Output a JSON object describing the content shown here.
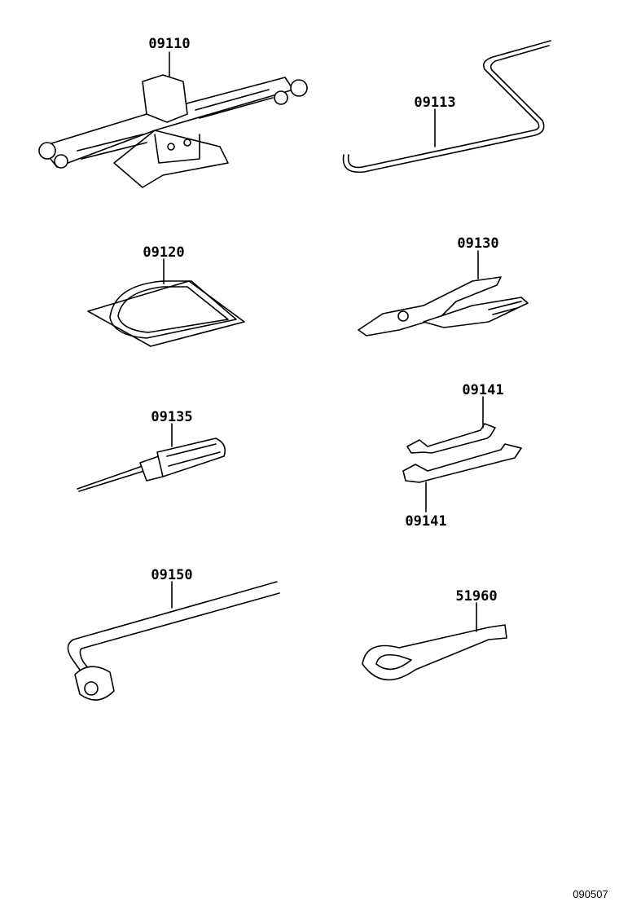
{
  "parts": [
    {
      "id": "jack",
      "number": "09110"
    },
    {
      "id": "jack-handle",
      "number": "09113"
    },
    {
      "id": "tool-bag",
      "number": "09120"
    },
    {
      "id": "pliers",
      "number": "09130"
    },
    {
      "id": "screwdriver",
      "number": "09135"
    },
    {
      "id": "wrench-small",
      "number": "09141"
    },
    {
      "id": "wrench-large",
      "number": "09141"
    },
    {
      "id": "wheel-nut-wrench",
      "number": "09150"
    },
    {
      "id": "towing-eye",
      "number": "51960"
    }
  ],
  "diagram_ref": "090507"
}
